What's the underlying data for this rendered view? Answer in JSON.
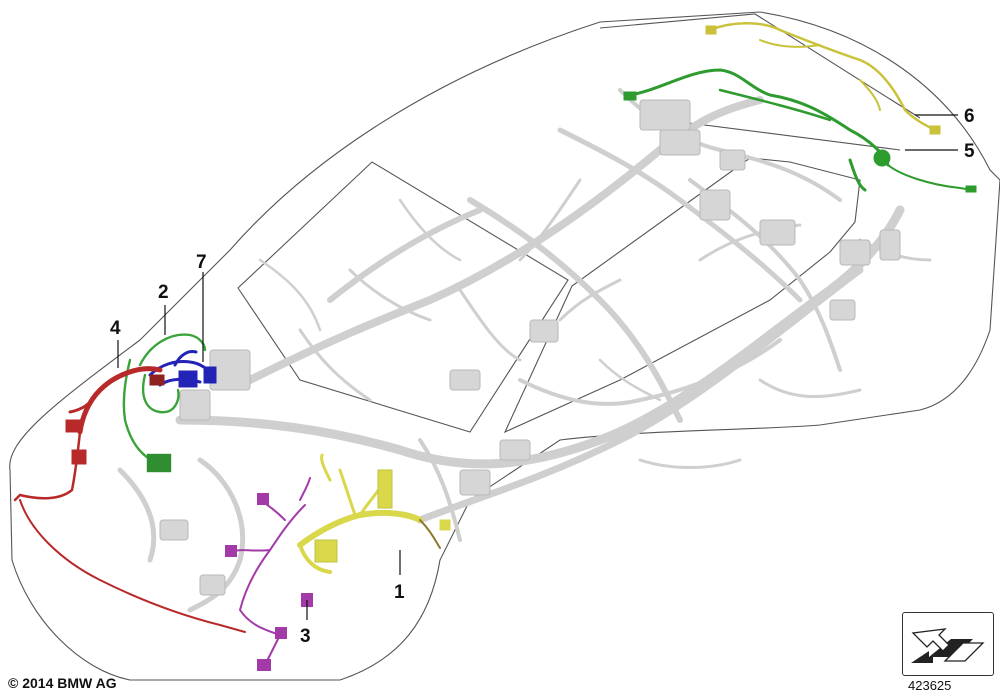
{
  "callouts": [
    {
      "id": "1",
      "label": "1"
    },
    {
      "id": "2",
      "label": "2"
    },
    {
      "id": "3",
      "label": "3"
    },
    {
      "id": "4",
      "label": "4"
    },
    {
      "id": "5",
      "label": "5"
    },
    {
      "id": "6",
      "label": "6"
    },
    {
      "id": "7",
      "label": "7"
    }
  ],
  "copyright": "© 2014 BMW AG",
  "part_number": "423625",
  "colors": {
    "harness_1": "#d8d84a",
    "harness_2": "#3aa33a",
    "harness_3": "#a23aa8",
    "harness_4": "#b82a2a",
    "harness_5": "#2e9b2e",
    "harness_6": "#c9c23a",
    "harness_7": "#2323b8",
    "base_wiring": "#cfcfcf",
    "outline": "#555555"
  },
  "icons": {
    "view_direction": "arrow-view-icon"
  }
}
